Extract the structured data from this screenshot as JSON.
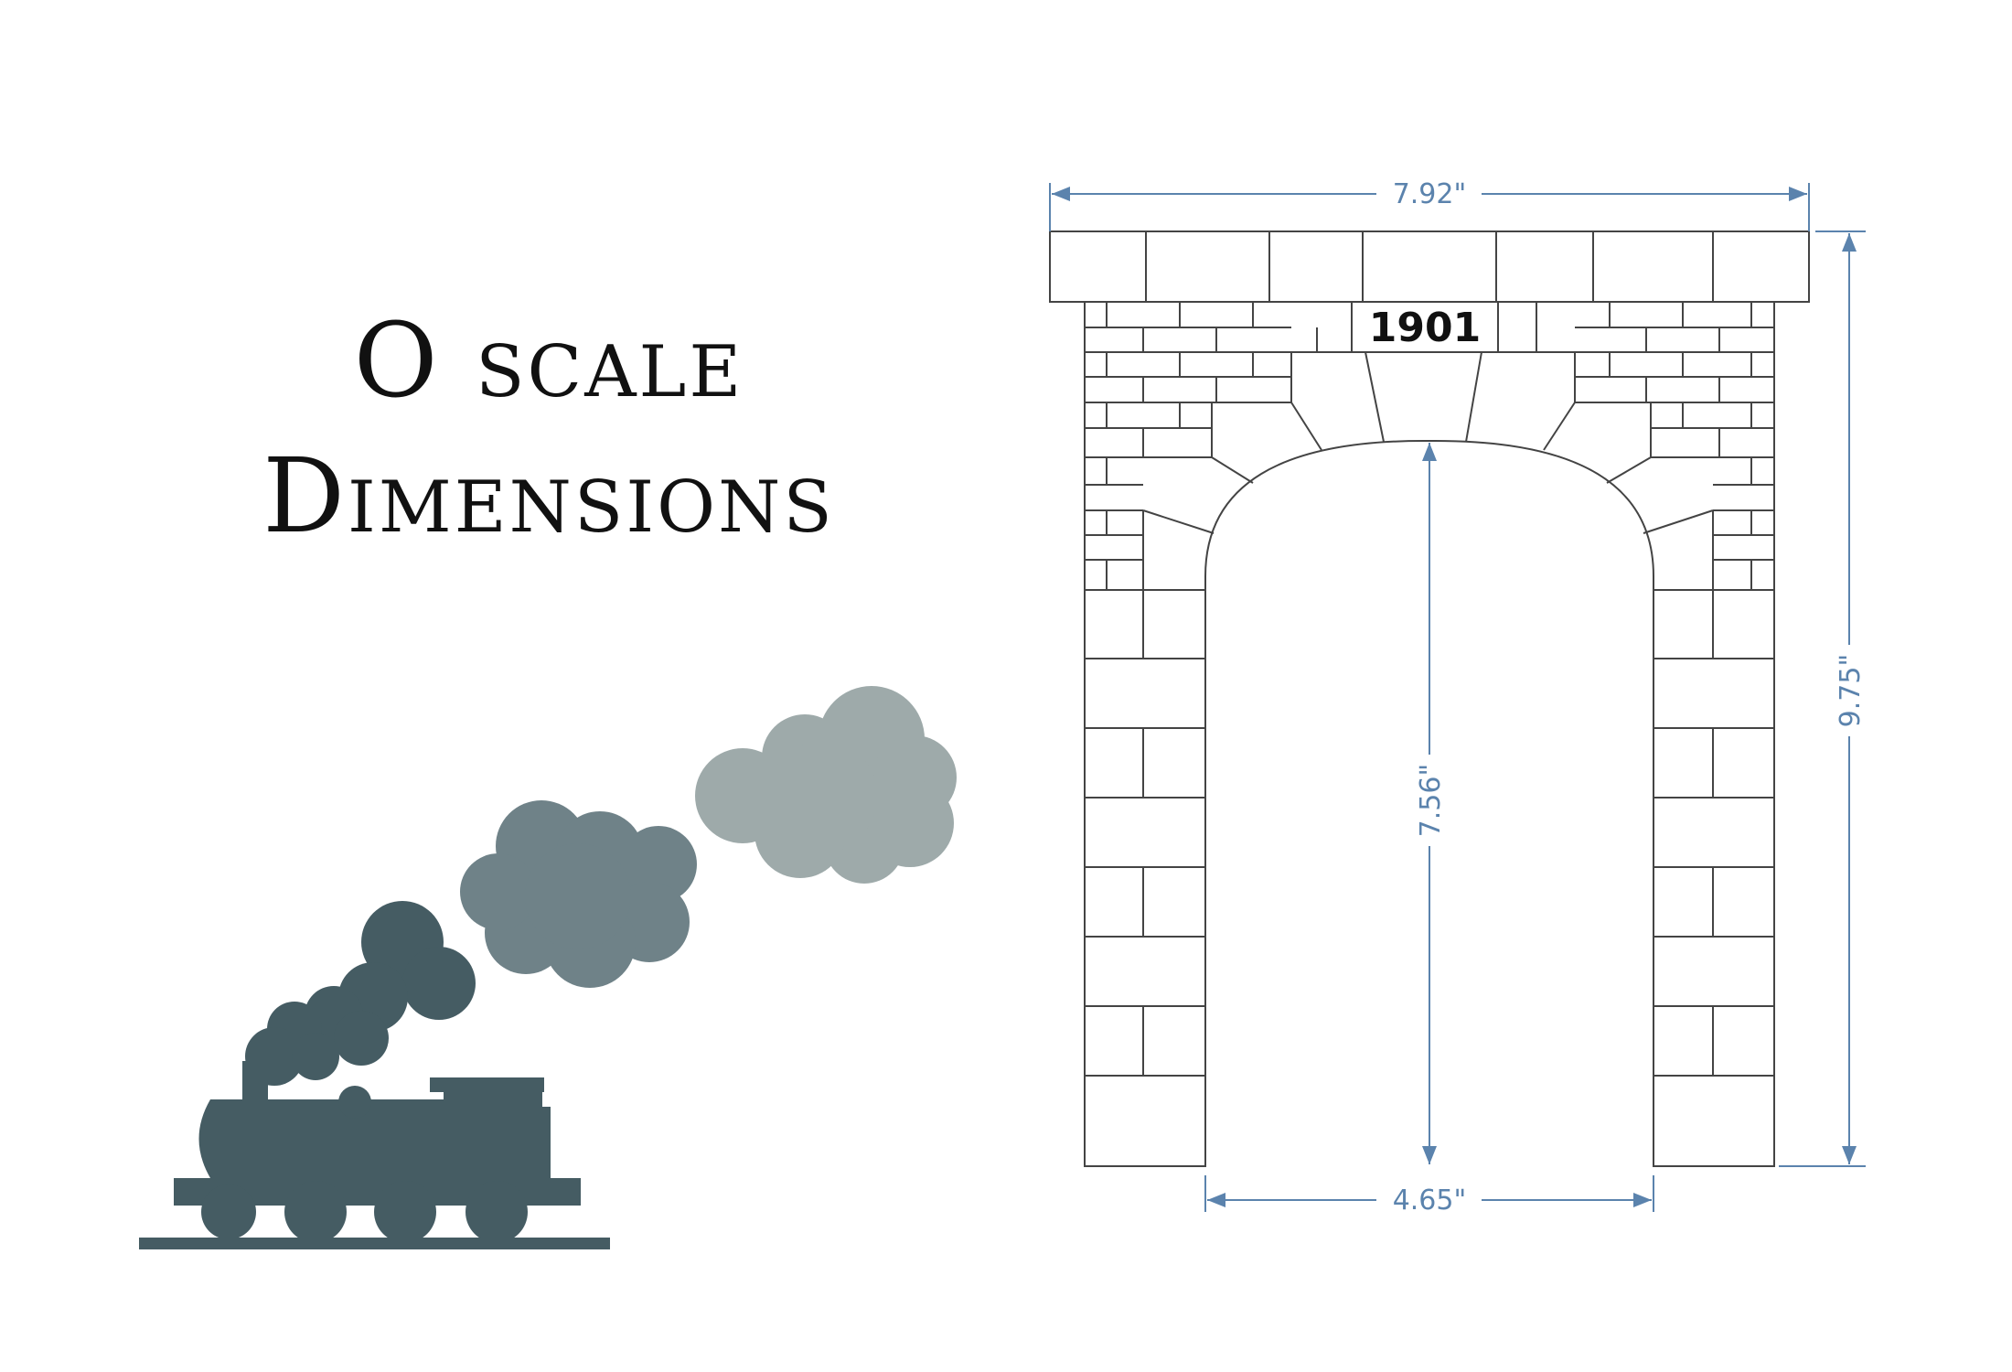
{
  "heading": {
    "line1": "O scale",
    "line2": "Dimensions"
  },
  "portal": {
    "date_plate": "1901",
    "dimensions": {
      "overall_width": "7.92\"",
      "overall_height": "9.75\"",
      "opening_height": "7.56\"",
      "opening_width": "4.65\""
    }
  },
  "colors": {
    "dimension_line": "#5b83ad",
    "stone_outline": "#444444",
    "train": "#455c63",
    "smoke_dark": "#455c63",
    "smoke_mid": "#6f8288",
    "smoke_light": "#9eaaaa"
  },
  "icons": [
    "steam-locomotive-icon",
    "smoke-cloud-icon"
  ]
}
